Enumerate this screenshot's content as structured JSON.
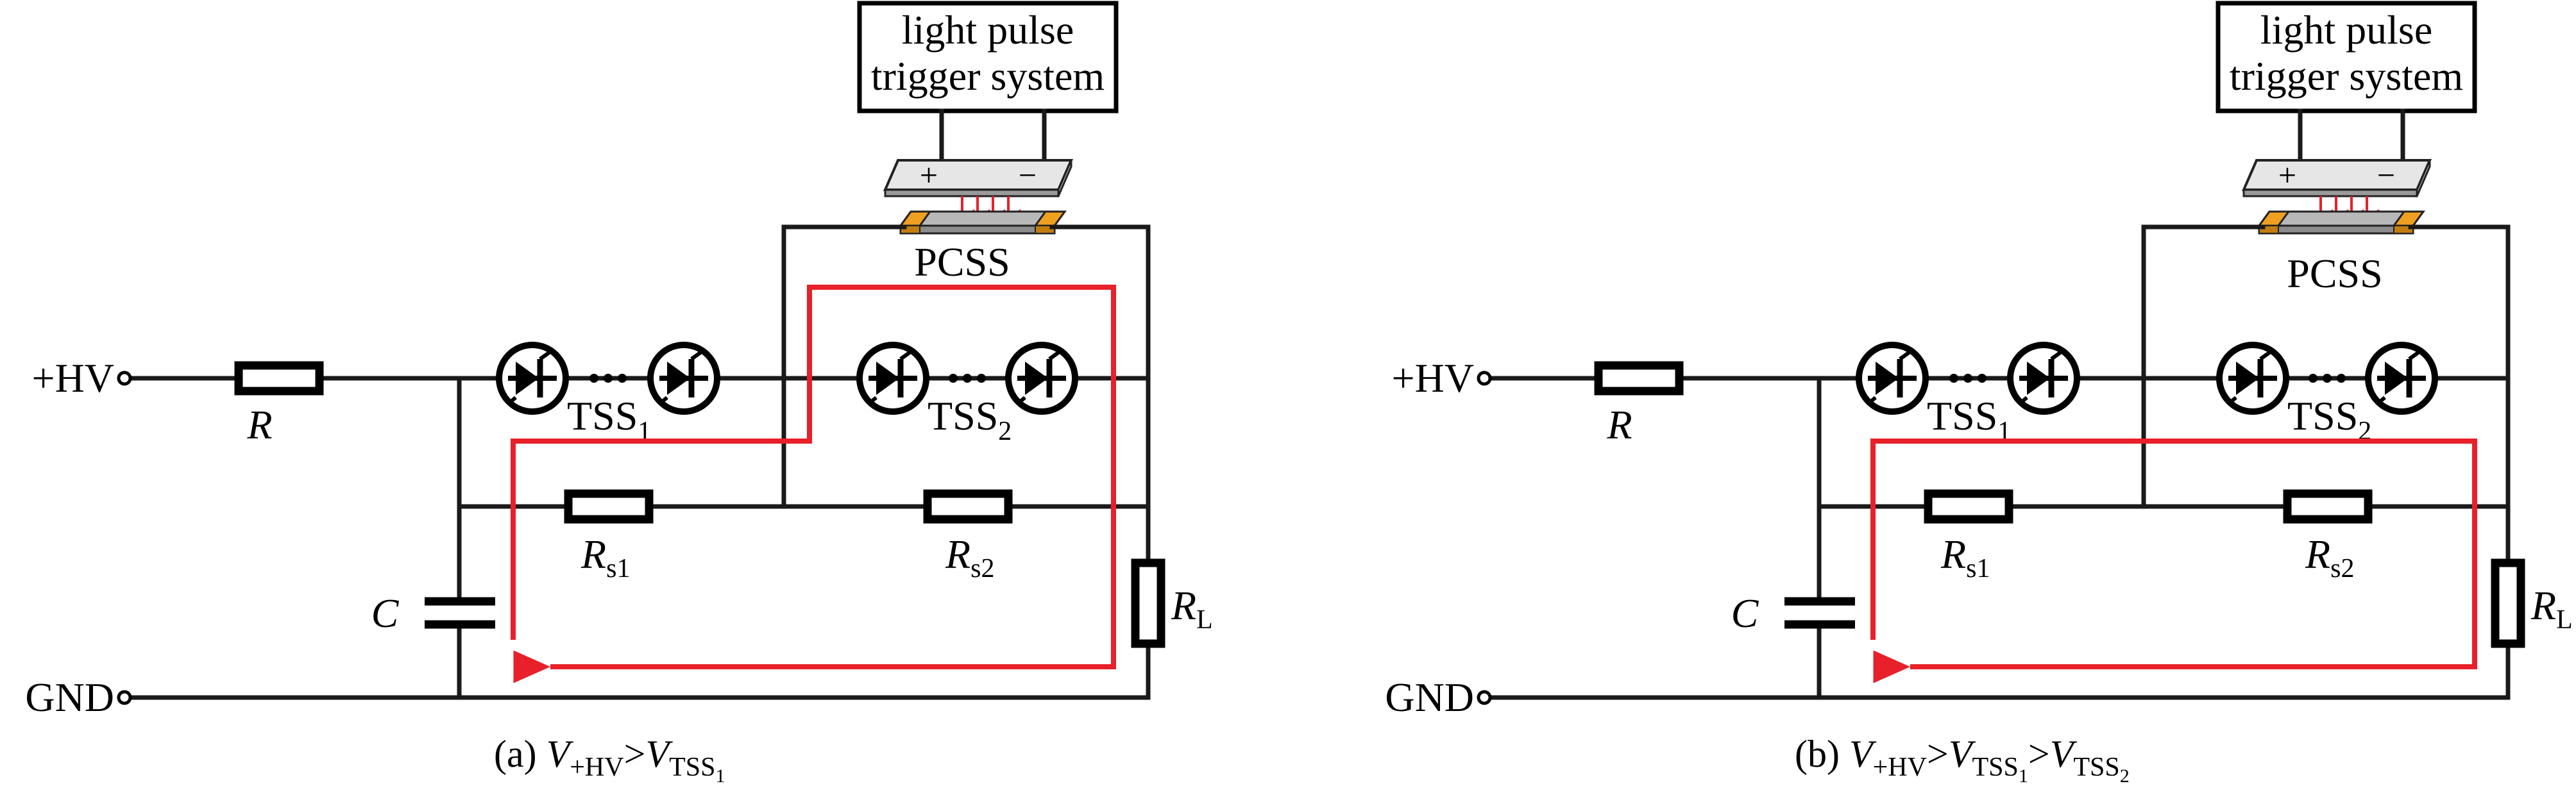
{
  "panels": [
    {
      "id": "a",
      "trigger_label_line1": "light pulse",
      "trigger_label_line2": "trigger system",
      "pcss_label": "PCSS",
      "plus_sign": "+",
      "minus_sign": "−",
      "hv_label": "+HV",
      "gnd_label": "GND",
      "r_label": "R",
      "c_label": "C",
      "rs1_main": "R",
      "rs1_sub": "s1",
      "rs2_main": "R",
      "rs2_sub": "s2",
      "rl_main": "R",
      "rl_sub": "L",
      "tss1_main": "TSS",
      "tss1_sub": "1",
      "tss2_main": "TSS",
      "tss2_sub": "2",
      "caption_prefix": "(a) ",
      "cap_v1": "V",
      "cap_v1_sub": "+HV",
      "cap_gt1": ">",
      "cap_v2": "V",
      "cap_v2_sub": "TSS",
      "cap_v2_subsub": "1",
      "cap_gt2": "",
      "cap_v3": "",
      "cap_v3_sub": "",
      "cap_v3_subsub": ""
    },
    {
      "id": "b",
      "trigger_label_line1": "light pulse",
      "trigger_label_line2": "trigger system",
      "pcss_label": "PCSS",
      "plus_sign": "+",
      "minus_sign": "−",
      "hv_label": "+HV",
      "gnd_label": "GND",
      "r_label": "R",
      "c_label": "C",
      "rs1_main": "R",
      "rs1_sub": "s1",
      "rs2_main": "R",
      "rs2_sub": "s2",
      "rl_main": "R",
      "rl_sub": "L",
      "tss1_main": "TSS",
      "tss1_sub": "1",
      "tss2_main": "TSS",
      "tss2_sub": "2",
      "caption_prefix": "(b) ",
      "cap_v1": "V",
      "cap_v1_sub": "+HV",
      "cap_gt1": ">",
      "cap_v2": "V",
      "cap_v2_sub": "TSS",
      "cap_v2_subsub": "1",
      "cap_gt2": ">",
      "cap_v3": "V",
      "cap_v3_sub": "TSS",
      "cap_v3_subsub": "2"
    }
  ],
  "colors": {
    "wire": "#1a1a1a",
    "current_path": "#e8202a",
    "pcss_contact": "#f0a020",
    "pcss_body": "#b8b8b8",
    "led_board": "#e6e6e6"
  },
  "icons": {
    "tss": "thyristor-surge-suppressor-icon",
    "led": "light-pulse-led-icon",
    "terminal": "terminal-circle-icon"
  }
}
